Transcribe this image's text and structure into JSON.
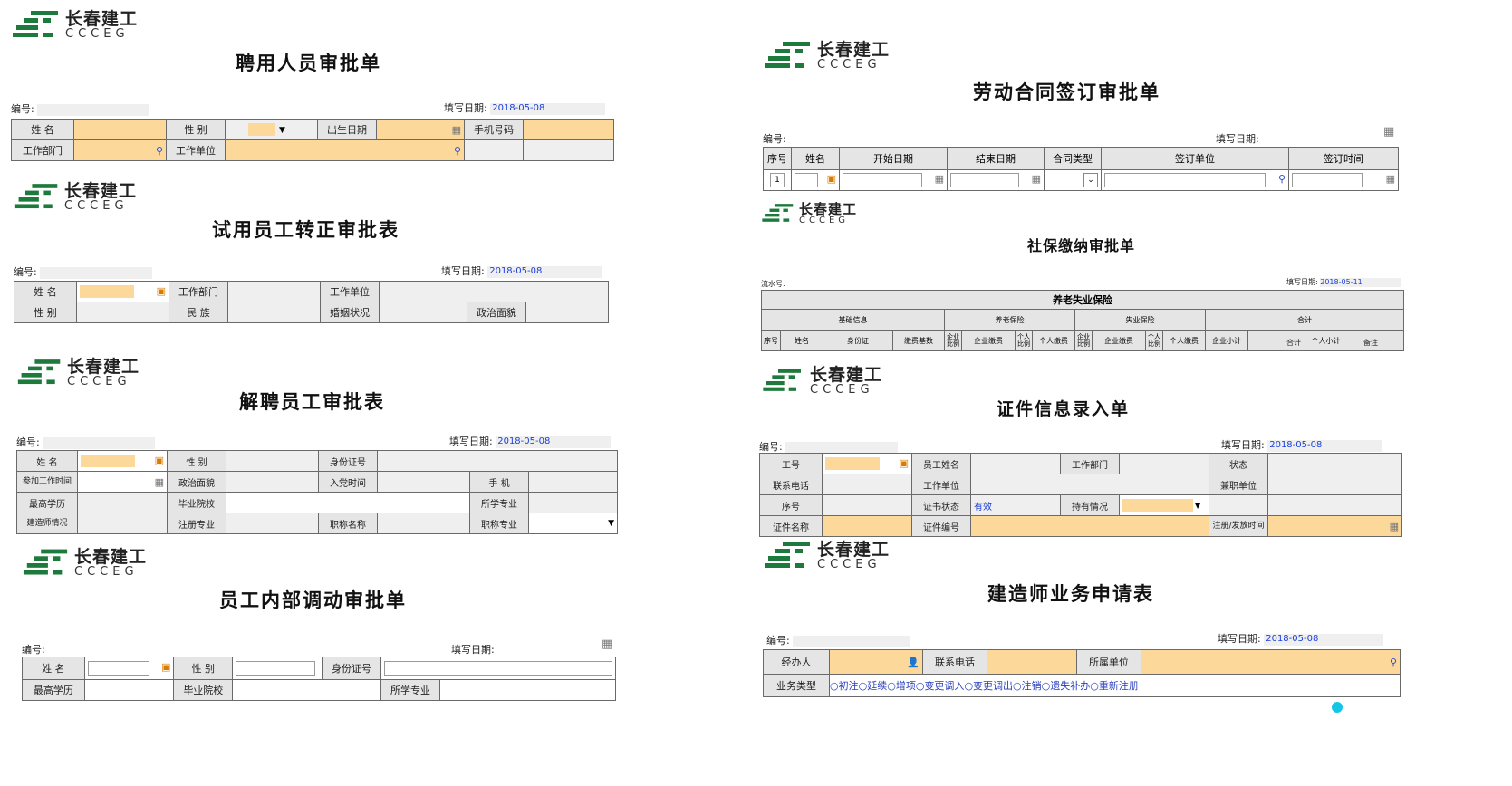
{
  "brand": {
    "cn": "长春建工",
    "en": "CCCEG"
  },
  "common": {
    "no_label": "编号:",
    "date_label": "填写日期:",
    "date": "2018-05-08"
  },
  "f1": {
    "title": "聘用人员审批单",
    "labels": {
      "name": "姓 名",
      "gender": "性 别",
      "birth": "出生日期",
      "phone": "手机号码",
      "dept": "工作部门",
      "unit": "工作单位"
    }
  },
  "f2": {
    "title": "试用员工转正审批表",
    "labels": {
      "name": "姓 名",
      "dept": "工作部门",
      "unit": "工作单位",
      "gender": "性 别",
      "ethnic": "民 族",
      "marital": "婚姻状况",
      "political": "政治面貌"
    }
  },
  "f3": {
    "title": "解聘员工审批表",
    "labels": {
      "name": "姓 名",
      "gender": "性 别",
      "id": "身份证号",
      "work_start": "参加工作时间",
      "political": "政治面貌",
      "party_time": "入党时间",
      "mobile": "手 机",
      "edu": "最高学历",
      "school": "毕业院校",
      "major": "所学专业",
      "builder": "建造师情况",
      "reg_major": "注册专业",
      "title_name": "职称名称",
      "title_major": "职称专业"
    }
  },
  "f4": {
    "title": "员工内部调动审批单",
    "labels": {
      "name": "姓 名",
      "gender": "性 别",
      "id": "身份证号",
      "edu": "最高学历",
      "school": "毕业院校",
      "major": "所学专业"
    }
  },
  "f5": {
    "title": "劳动合同签订审批单",
    "headers": {
      "seq": "序号",
      "name": "姓名",
      "start": "开始日期",
      "end": "结束日期",
      "type": "合同类型",
      "unit": "签订单位",
      "time": "签订时间"
    },
    "row_no": "1"
  },
  "f6": {
    "title": "社保缴纳审批单",
    "no_label": "流水号:",
    "date": "2018-05-11",
    "header_main": "养老失业保险",
    "groups": {
      "basic": "基础信息",
      "pension": "养老保险",
      "unemp": "失业保险",
      "total": "合计"
    },
    "cols": {
      "seq": "序号",
      "name": "姓名",
      "id": "身份证",
      "base": "缴费基数",
      "corp_ratio": "企业比例",
      "corp_pay": "企业缴费",
      "pers_ratio": "个人比例",
      "pers_pay": "个人缴费",
      "corp_sub": "企业小计",
      "pers_sub": "个人小计",
      "total": "合计",
      "remark": "备注"
    }
  },
  "f7": {
    "title": "证件信息录入单",
    "labels": {
      "emp_no": "工号",
      "emp_name": "员工姓名",
      "dept": "工作部门",
      "status": "状态",
      "phone": "联系电话",
      "unit": "工作单位",
      "part_unit": "兼职单位",
      "seq": "序号",
      "cert_status": "证书状态",
      "holding": "持有情况",
      "cert_name": "证件名称",
      "cert_no": "证件编号",
      "reg_time": "注册/发放时间"
    },
    "cert_status_value": "有效"
  },
  "f8": {
    "title": "建造师业务申请表",
    "labels": {
      "handler": "经办人",
      "phone": "联系电话",
      "unit": "所属单位",
      "biz_type": "业务类型"
    },
    "options": [
      "初注",
      "延续",
      "增项",
      "变更调入",
      "变更调出",
      "注销",
      "遗失补办",
      "重新注册"
    ]
  }
}
